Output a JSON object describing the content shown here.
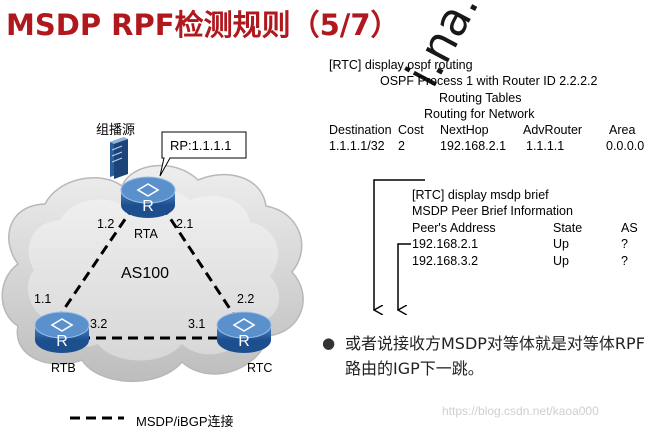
{
  "title": "MSDP RPF检测规则（5/7）",
  "topology": {
    "source_label": "组播源",
    "rp_label": "RP:1.1.1.1",
    "as_label": "AS100",
    "routers": [
      {
        "name": "RTA",
        "glyph": "R"
      },
      {
        "name": "RTB",
        "glyph": "R"
      },
      {
        "name": "RTC",
        "glyph": "R"
      }
    ],
    "links": [
      {
        "label_a": "1.2",
        "label_b": "1.1"
      },
      {
        "label_a": "2.1",
        "label_b": "2.2"
      },
      {
        "label_a": "3.2",
        "label_b": "3.1"
      }
    ],
    "legend_label": "MSDP/iBGP连接"
  },
  "ospf_output": {
    "command": "[RTC] display ospf routing",
    "process_line": "OSPF Process 1 with Router ID 2.2.2.2",
    "heading1": "Routing Tables",
    "heading2": "Routing for Network",
    "columns": [
      "Destination",
      "Cost",
      "NextHop",
      "AdvRouter",
      "Area"
    ],
    "row": [
      "1.1.1.1/32",
      "2",
      "192.168.2.1",
      "1.1.1.1",
      "0.0.0.0"
    ]
  },
  "msdp_output": {
    "command": "[RTC] display msdp brief",
    "heading": "MSDP Peer Brief Information",
    "columns": [
      "Peer's Address",
      "State",
      "AS"
    ],
    "rows": [
      [
        "192.168.2.1",
        "Up",
        "?"
      ],
      [
        "192.168.3.2",
        "Up",
        "?"
      ]
    ]
  },
  "bullet_text": "或者说接收方MSDP对等体就是对等体RPF路由的IGP下一跳。",
  "watermark": "i.na.huawei.com",
  "credit": "https://blog.csdn.net/kaoa000",
  "colors": {
    "title": "#b0181e",
    "router": "#2a63a8",
    "cloud": "#d6d6d6"
  }
}
